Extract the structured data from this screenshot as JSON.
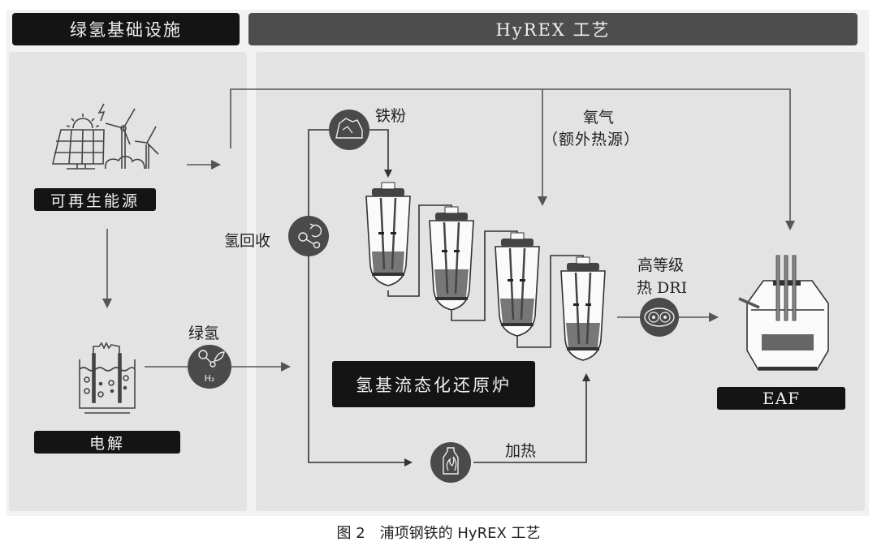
{
  "headers": {
    "left": "绿氢基础设施",
    "right": "HyREX 工艺"
  },
  "nodes": {
    "renewable": {
      "label": "可再生能源",
      "icon": "solar-wind-icon"
    },
    "electrolysis": {
      "label": "电解",
      "icon": "electrolyzer-icon"
    },
    "green_hydrogen": {
      "label": "绿氢",
      "icon": "h2-molecule-icon",
      "icon_text": "H₂"
    },
    "iron_powder": {
      "label": "铁粉",
      "icon": "iron-ore-icon"
    },
    "h2_recycle": {
      "label": "氢回收",
      "icon": "recycle-icon"
    },
    "oxygen": {
      "label_line1": "氧气",
      "label_line2": "（额外热源）"
    },
    "reactor": {
      "label": "氢基流态化还原炉",
      "icon": "fluidized-reactor-icon",
      "count": 4
    },
    "hot_dri": {
      "label_line1": "高等级",
      "label_line2": "热 DRI",
      "icon": "dri-pellet-icon"
    },
    "heating": {
      "label": "加热",
      "icon": "heater-flame-icon"
    },
    "eaf": {
      "label": "EAF",
      "icon": "electric-arc-furnace-icon"
    }
  },
  "caption": "图 2　浦项钢铁的 HyREX 工艺",
  "colors": {
    "dark_header": "#141414",
    "gray_header": "#4d4d4d",
    "panel_bg": "#e3e3e3",
    "icon_circle": "#4a4a4a",
    "line": "#555555"
  }
}
